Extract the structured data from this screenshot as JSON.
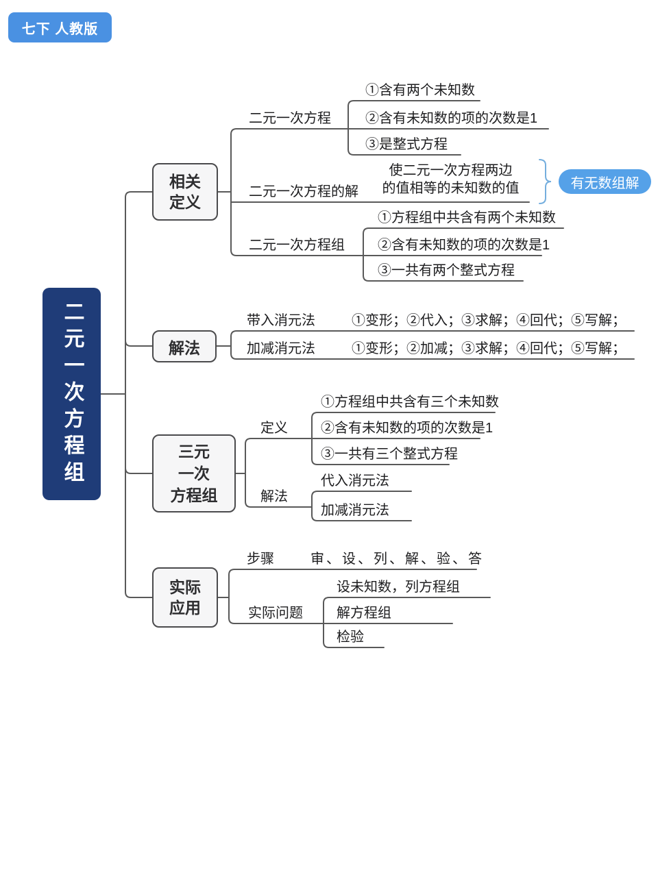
{
  "badge": {
    "label": "七下 人教版"
  },
  "root": {
    "label": "二元一次方程组"
  },
  "b1": {
    "node_label": "相关\n定义",
    "equation": {
      "label": "二元一次方程",
      "points": [
        "①含有两个未知数",
        "②含有未知数的项的次数是1",
        "③是整式方程"
      ]
    },
    "solution": {
      "label": "二元一次方程的解",
      "desc": "使二元一次方程两边\n的值相等的未知数的值",
      "callout": "有无数组解"
    },
    "system": {
      "label": "二元一次方程组",
      "points": [
        "①方程组中共含有两个未知数",
        "②含有未知数的项的次数是1",
        "③一共有两个整式方程"
      ]
    }
  },
  "b2": {
    "node_label": "解法",
    "substitution": {
      "label": "带入消元法",
      "steps": "①变形；②代入；③求解；④回代；⑤写解；"
    },
    "elimination": {
      "label": "加减消元法",
      "steps": "①变形；②加减；③求解；④回代；⑤写解；"
    }
  },
  "b3": {
    "node_label": "三元\n一次\n方程组",
    "definition": {
      "label": "定义",
      "points": [
        "①方程组中共含有三个未知数",
        "②含有未知数的项的次数是1",
        "③一共有三个整式方程"
      ]
    },
    "methods": {
      "label": "解法",
      "options": [
        "代入消元法",
        "加减消元法"
      ]
    }
  },
  "b4": {
    "node_label": "实际\n应用",
    "steps": {
      "label": "步骤",
      "value": "审、设、列、解、验、答"
    },
    "problem": {
      "label": "实际问题",
      "points": [
        "设未知数，列方程组",
        "解方程组",
        "检验"
      ]
    }
  },
  "colors": {
    "accent_blue": "#4a91e2",
    "callout_blue": "#55a1e8",
    "root_navy": "#1f3c78",
    "line_gray": "#595959",
    "brace_blue": "#74aede"
  }
}
